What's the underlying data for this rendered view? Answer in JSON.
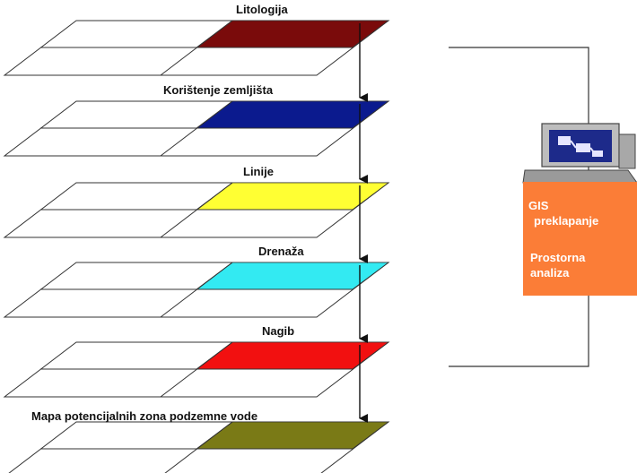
{
  "layers": [
    {
      "label": "Litologija",
      "color": "#7a0b0b"
    },
    {
      "label": "Korištenje zemljišta",
      "color": "#0b1a8e"
    },
    {
      "label": "Linije",
      "color": "#ffff33"
    },
    {
      "label": "Drenaža",
      "color": "#33eaf2"
    },
    {
      "label": "Nagib",
      "color": "#f21010"
    },
    {
      "label": "Mapa potencijalnih zona podzemne vode",
      "color": "#7a7a16"
    }
  ],
  "gis_box": {
    "color": "#fb7d37",
    "line1": "GIS",
    "line2": "preklapanje",
    "line3": "Prostorna",
    "line4": "analiza"
  },
  "computer_icon": "computer-icon"
}
